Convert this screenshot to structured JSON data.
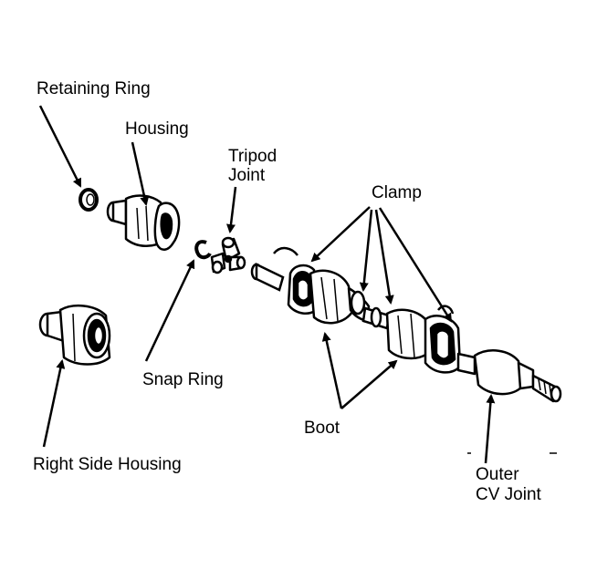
{
  "labels": {
    "retaining_ring": "Retaining Ring",
    "housing": "Housing",
    "tripod_line1": "Tripod",
    "tripod_line2": "Joint",
    "clamp": "Clamp",
    "snap_ring": "Snap Ring",
    "right_side_housing": "Right Side Housing",
    "boot": "Boot",
    "outer_line1": "Outer",
    "outer_line2": "CV Joint"
  }
}
